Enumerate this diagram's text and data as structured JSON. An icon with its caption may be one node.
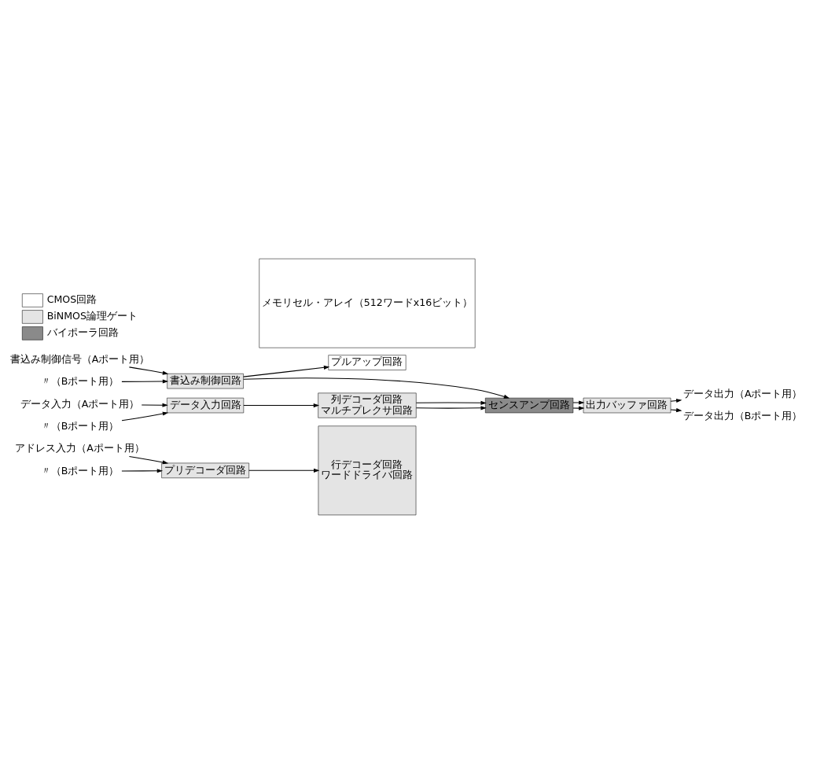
{
  "diagram": {
    "nodes": [
      {
        "text": [
          "アドレス入力（Aポート用）"
        ]
      },
      {
        "text": [
          "〃（Bポート用）"
        ]
      },
      {
        "text": [
          "書込み制御信号（Aポート用）"
        ]
      },
      {
        "text": [
          "〃（Bポート用）"
        ]
      },
      {
        "text": [
          "データ入力（Aポート用）"
        ]
      },
      {
        "text": [
          "〃（Bポート用）"
        ]
      },
      {
        "text": [
          "プリデコーダ回路"
        ]
      },
      {
        "text": [
          "書込み制御回路"
        ]
      },
      {
        "text": [
          "データ入力回路"
        ]
      },
      {
        "text": [
          "プルアップ回路"
        ]
      },
      {
        "text": [
          "行デコーダ回路",
          "ワードドライバ回路"
        ]
      },
      {
        "text": [
          "メモリセル・アレイ（512ワードx16ビット）"
        ]
      },
      {
        "text": [
          "列デコーダ回路",
          "マルチプレクサ回路"
        ]
      },
      {
        "text": [
          "センスアンプ回路"
        ]
      },
      {
        "text": [
          "出力バッファ回路"
        ]
      },
      {
        "text": [
          "データ出力（Aポート用）"
        ]
      },
      {
        "text": [
          "データ出力（Bポート用）"
        ]
      }
    ],
    "edges": [
      {
        "from": 0,
        "to": 6,
        "arrow": "to"
      },
      {
        "from": 1,
        "to": 6,
        "arrow": "to"
      },
      {
        "from": 2,
        "to": 7,
        "arrow": "to"
      },
      {
        "from": 3,
        "to": 7,
        "arrow": "to"
      },
      {
        "from": 4,
        "to": 8,
        "arrow": "to"
      },
      {
        "from": 5,
        "to": 8,
        "arrow": "to"
      },
      {
        "from": 6,
        "to": 10,
        "arrow": "to"
      },
      {
        "from": 7,
        "to": 9,
        "arrow": "to"
      },
      {
        "from": 7,
        "to": 13,
        "arrow": "to"
      },
      {
        "from": 8,
        "to": 12,
        "arrow": "to"
      },
      {
        "from": 12,
        "to": 13,
        "arrow": "to"
      },
      {
        "from": 12,
        "to": 13,
        "arrow": "to"
      },
      {
        "from": 13,
        "to": 14,
        "arrow": "to"
      },
      {
        "from": 13,
        "to": 14,
        "arrow": "to"
      },
      {
        "from": 14,
        "to": 15,
        "arrow": "to"
      },
      {
        "from": 14,
        "to": 16,
        "arrow": "to"
      }
    ],
    "legend": [
      {
        "text": "CMOS回路",
        "color": "#ffffff"
      },
      {
        "text": "BiNMOS論理ゲート",
        "color": "#e4e4e4"
      },
      {
        "text": "バイポーラ回路",
        "color": "#8a8a8a"
      }
    ]
  }
}
